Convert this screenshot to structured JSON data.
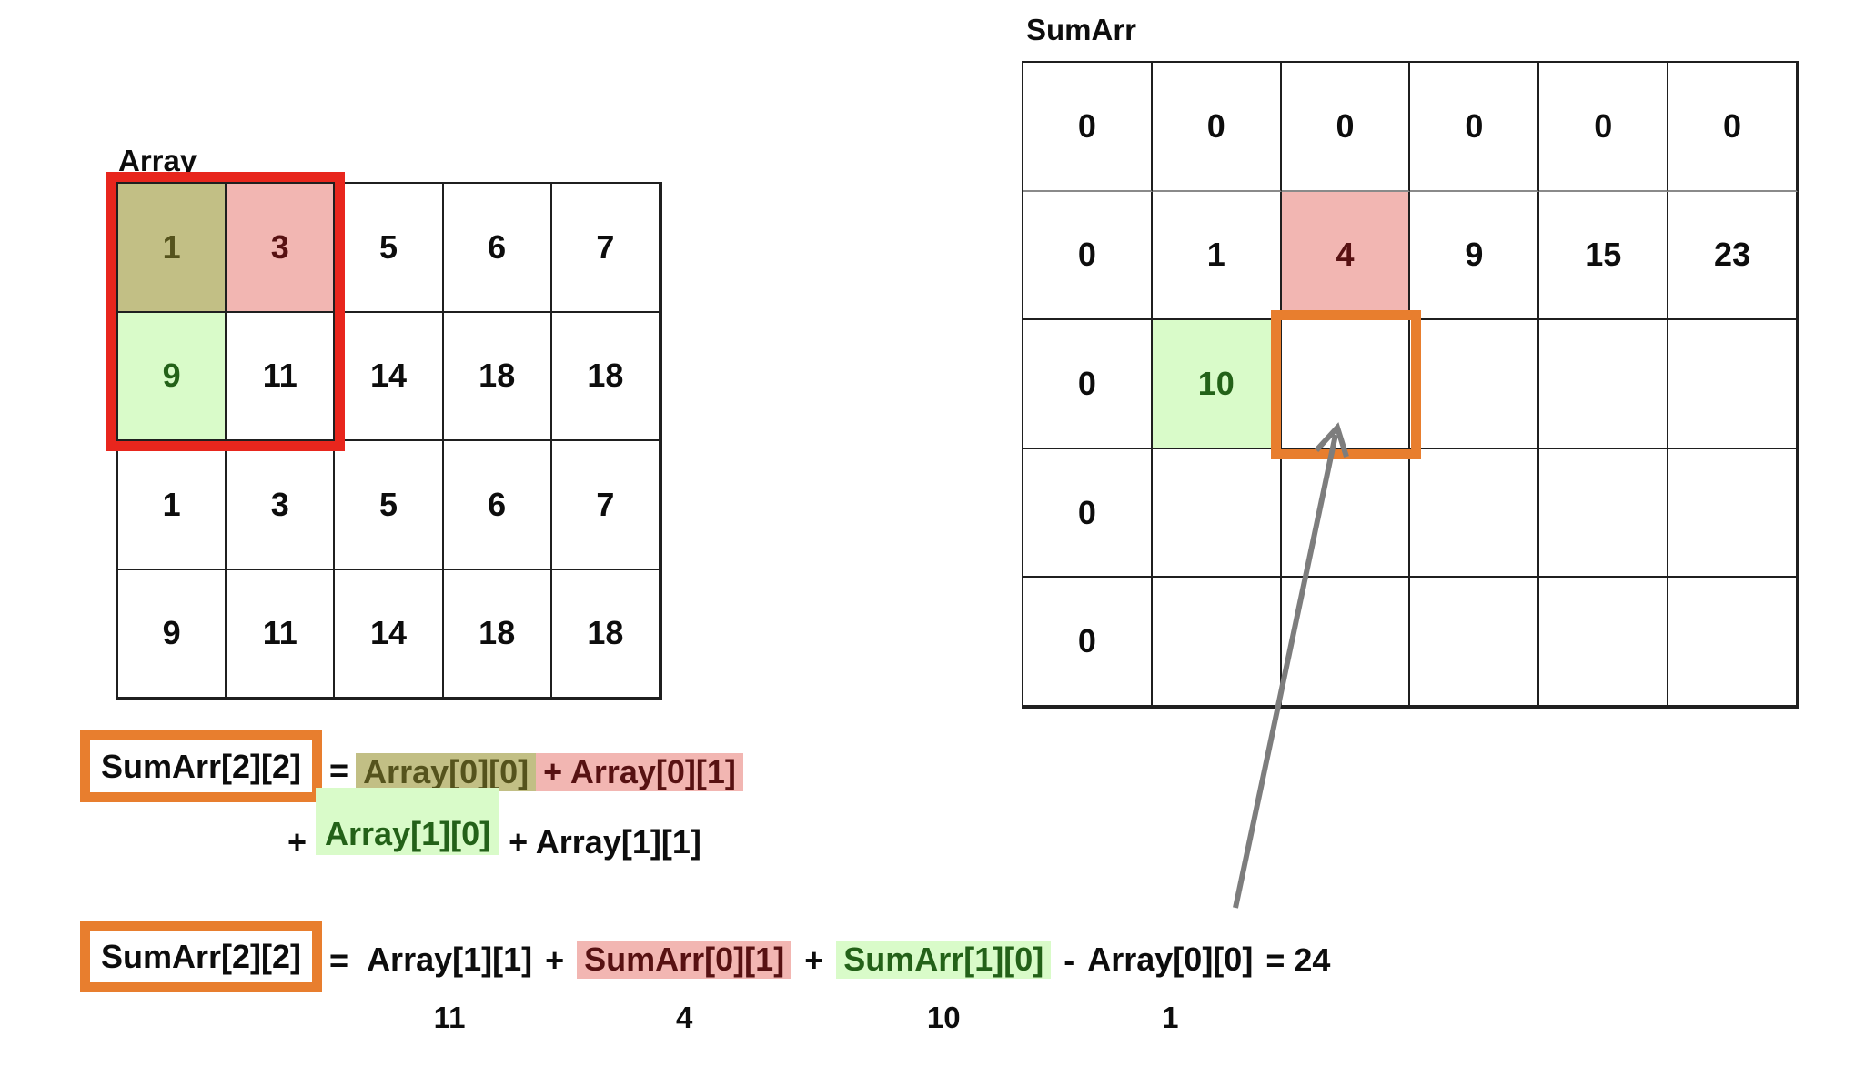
{
  "labels": {
    "array": "Array",
    "sumarr": "SumArr"
  },
  "colors": {
    "ink": "#0d0d0d",
    "line": "#1f1f1f",
    "gray_line": "#8a8a8a",
    "red": "#e8261d",
    "orange": "#e87e2e",
    "arrow": "#7d7d7d",
    "olive_bg": "#c2bf85",
    "olive_text": "#55531d",
    "pink_bg": "#f2b6b2",
    "pink_text": "#571112",
    "green_bg": "#d9fbc9",
    "green_text": "#236118"
  },
  "array_grid": {
    "cols": 5,
    "rows": [
      [
        "1",
        "3",
        "5",
        "6",
        "7"
      ],
      [
        "9",
        "11",
        "14",
        "18",
        "18"
      ],
      [
        "1",
        "3",
        "5",
        "6",
        "7"
      ],
      [
        "9",
        "11",
        "14",
        "18",
        "18"
      ]
    ],
    "highlights": {
      "0,0": "olive",
      "0,1": "pink",
      "1,0": "green"
    }
  },
  "sumarr_grid": {
    "cols": 6,
    "rows": [
      [
        "0",
        "0",
        "0",
        "0",
        "0",
        "0"
      ],
      [
        "0",
        "1",
        "4",
        "9",
        "15",
        "23"
      ],
      [
        "0",
        "10",
        "",
        "",
        "",
        ""
      ],
      [
        "0",
        "",
        "",
        "",
        "",
        ""
      ],
      [
        "0",
        "",
        "",
        "",
        "",
        ""
      ]
    ],
    "highlights": {
      "1,2": "pink",
      "2,1": "green"
    },
    "gray_divider_row": 0
  },
  "formula1": {
    "lhs": "SumArr[2][2]",
    "eq": "=",
    "term_olive": "Array[0][0]",
    "term_pink": "+ Array[0][1]",
    "line2_plus": "+",
    "term_green": "Array[1][0]",
    "line2_tail": "+ Array[1][1]"
  },
  "formula2": {
    "lhs": "SumArr[2][2]",
    "eq": "=",
    "parts": [
      {
        "text": "Array[1][1]",
        "value": "11",
        "style": "plain"
      },
      {
        "op": "+"
      },
      {
        "text": "SumArr[0][1]",
        "value": "4",
        "style": "pink"
      },
      {
        "op": "+"
      },
      {
        "text": "SumArr[1][0]",
        "value": "10",
        "style": "green"
      },
      {
        "op": "-"
      },
      {
        "text": "Array[0][0]",
        "value": "1",
        "style": "plain"
      },
      {
        "result": "= 24"
      }
    ]
  }
}
